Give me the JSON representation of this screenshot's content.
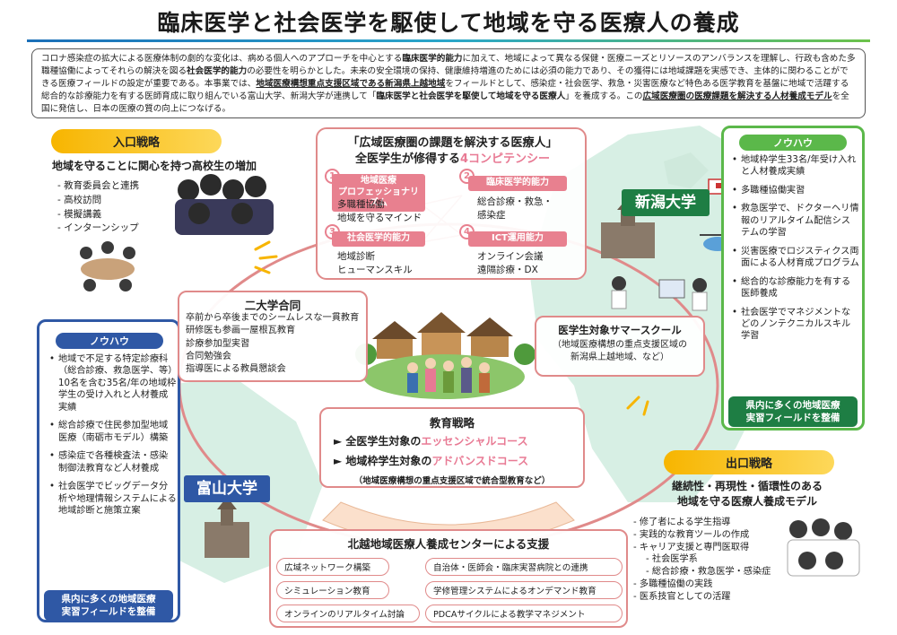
{
  "title": "臨床医学と社会医学を駆使して地域を守る医療人の養成",
  "intro": {
    "p1": "コロナ感染症の拡大による医療体制の劇的な変化は、病める個人へのアプローチを中心とする",
    "b1": "臨床医学的能力",
    "p2": "に加えて、地域によって異なる保健・医療ニーズとリソースのアンバランスを理解し、行政も含めた多職種協働によってそれらの解決を図る",
    "b2": "社会医学的能力",
    "p3": "の必要性を明らかとした。未来の安全環境の保持、健康維持増進のためには必須の能力であり、その獲得には地域課題を実感でき、主体的に関わることができる医療フィールドの設定が重要である。本事業では、",
    "u1": "地域医療構想重点支援区域である新潟県上越地域",
    "p4": "をフィールドとして、感染症・社会医学、救急・災害医療など特色ある医学教育を基盤に地域で活躍する総合的な診療能力を有する医師育成に取り組んでいる富山大学、新潟大学が連携して「",
    "b3": "臨床医学と社会医学を駆使して地域を守る医療人",
    "p5": "」を養成する。この",
    "u2": "広域医療圏の医療課題を解決する人材養成モデル",
    "p6": "を全国に発信し、日本の医療の質の向上につなげる。"
  },
  "entrance": {
    "pill": "入口戦略",
    "heading": "地域を守ることに関心を持つ高校生の増加",
    "items": [
      "教育委員会と連携",
      "高校訪問",
      "模擬講義",
      "インターンシップ"
    ]
  },
  "competency": {
    "title1": "「広域医療圏の課題を解決する医療人」",
    "title2_prefix": "全医学生が修得する",
    "title2_accent": "4コンピテンシー",
    "items": [
      {
        "num": "1",
        "badge": "地域医療\nプロフェッショナリズム",
        "desc": "多職種協働\n地域を守るマインド"
      },
      {
        "num": "2",
        "badge": "臨床医学的能力",
        "desc": "総合診療・救急・\n感染症"
      },
      {
        "num": "3",
        "badge": "社会医学的能力",
        "desc": "地域診断\nヒューマンスキル"
      },
      {
        "num": "4",
        "badge": "ICT運用能力",
        "desc": "オンライン会議\n遠隔診療・DX"
      }
    ]
  },
  "niigata": {
    "label": "新潟大学",
    "knowhow": "ノウハウ",
    "items": [
      "地域枠学生33名/年受け入れと人材養成実績",
      "多職種協働実習",
      "救急医学で、ドクターヘリ情報のリアルタイム配信システムの学習",
      "災害医療でロジスティクス両面による人材育成プログラム",
      "総合的な診療能力を有する医師養成",
      "社会医学でマネジメントなどのノンテクニカルスキル学習"
    ],
    "footer": "県内に多くの地域医療\n実習フィールドを整備"
  },
  "toyama": {
    "label": "富山大学",
    "knowhow": "ノウハウ",
    "items": [
      "地域で不足する特定診療科（総合診療、救急医学、等）10名を含む35名/年の地域枠学生の受け入れと人材養成実績",
      "総合診療で住民参加型地域医療（南砺市モデル）構築",
      "感染症で各種検査法・感染制御法教育など人材養成",
      "社会医学でビッグデータ分析や地理情報システムによる地域診断と施策立案"
    ],
    "footer": "県内に多くの地域医療\n実習フィールドを整備"
  },
  "joint": {
    "title": "二大学合同",
    "items": [
      "卒前から卒後までのシームレスな一貫教育",
      "研修医も参画一屋根瓦教育",
      "診療参加型実習",
      "合同勉強会",
      "指導医による教員懇談会"
    ]
  },
  "summer": {
    "title": "医学生対象サマースクール",
    "sub": "（地域医療構想の重点支援区域の\n新潟県上越地域、など）"
  },
  "education": {
    "title": "教育戦略",
    "line1_prefix": "► 全医学生対象の",
    "line1_accent": "エッセンシャルコース",
    "line2_prefix": "► 地域枠学生対象の",
    "line2_accent": "アドバンスドコース",
    "note": "（地域医療構想の重点支援区域で統合型教育など）"
  },
  "support": {
    "title": "北越地域医療人養成センターによる支援",
    "chips": [
      "広域ネットワーク構築",
      "自治体・医師会・臨床実習病院との連携",
      "シミュレーション教育",
      "学修管理システムによるオンデマンド教育",
      "オンラインのリアルタイム討論",
      "PDCAサイクルによる教学マネジメント"
    ]
  },
  "exit": {
    "pill": "出口戦略",
    "heading": "継続性・再現性・循環性のある\n地域を守る医療人養成モデル",
    "items": [
      {
        "text": "- 修了者による学生指導",
        "sub": false
      },
      {
        "text": "- 実践的な教育ツールの作成",
        "sub": false
      },
      {
        "text": "- キャリア支援と専門医取得",
        "sub": false
      },
      {
        "text": "- 社会医学系",
        "sub": true
      },
      {
        "text": "- 総合診療・救急医学・感染症",
        "sub": true
      },
      {
        "text": "- 多職種協働の実践",
        "sub": false
      },
      {
        "text": "- 医系技官としての活躍",
        "sub": false
      }
    ]
  },
  "colors": {
    "niigata_green": "#1e7e44",
    "toyama_blue": "#2f58a5",
    "accent_pink": "#e87a94",
    "strategy_yellow": "#f7b500"
  }
}
